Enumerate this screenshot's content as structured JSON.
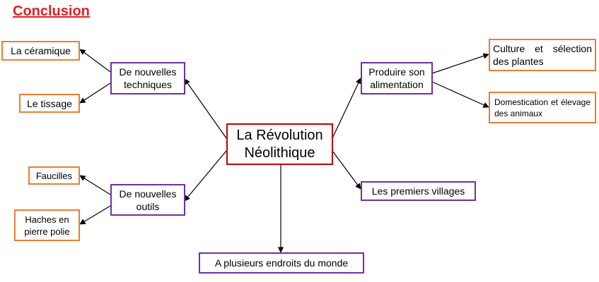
{
  "title": "Conclusion",
  "colors": {
    "title": "#e52020",
    "center_border": "#c00000",
    "branch_border": "#7030a0",
    "leaf_border": "#ed7d31",
    "arrow": "#000000"
  },
  "center": {
    "label": "La Révolution Néolithique"
  },
  "branches": {
    "techniques": "De nouvelles techniques",
    "outils": "De nouvelles outils",
    "alimentation": "Produire son alimentation",
    "villages": "Les premiers villages",
    "monde": "A plusieurs endroits du monde"
  },
  "leaves": {
    "ceramique": "La céramique",
    "tissage": "Le tissage",
    "faucilles": "Faucilles",
    "haches": "Haches en pierre polie",
    "culture": "Culture et sélection des plantes",
    "domestication": "Domestication et élevage des animaux"
  }
}
